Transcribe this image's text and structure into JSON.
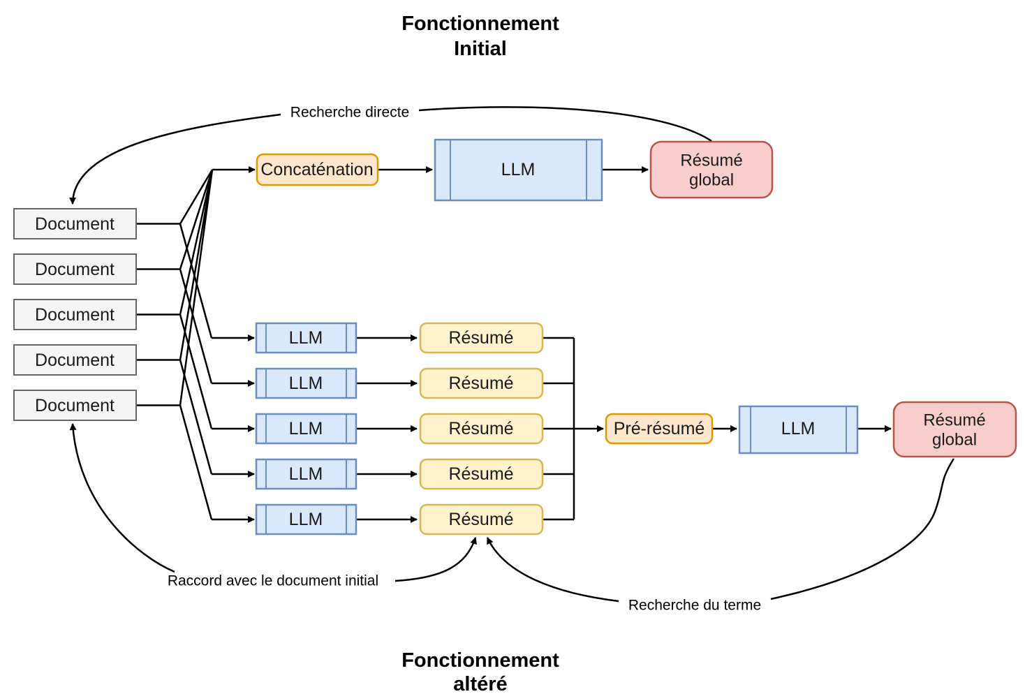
{
  "title_top": {
    "line1": "Fonctionnement",
    "line2": "Initial"
  },
  "title_bottom": {
    "line1": "Fonctionnement",
    "line2": "altéré"
  },
  "annotations": {
    "recherche_directe": "Recherche directe",
    "raccord": "Raccord avec le document initial",
    "recherche_terme": "Recherche du terme"
  },
  "documents": [
    "Document",
    "Document",
    "Document",
    "Document",
    "Document"
  ],
  "initial_flow": {
    "concatenation": "Concaténation",
    "llm": "LLM",
    "resume_global": {
      "line1": "Résumé",
      "line2": "global"
    }
  },
  "altered_flow": {
    "llm_rows": [
      "LLM",
      "LLM",
      "LLM",
      "LLM",
      "LLM"
    ],
    "resume_rows": [
      "Résumé",
      "Résumé",
      "Résumé",
      "Résumé",
      "Résumé"
    ],
    "pre_resume": "Pré-résumé",
    "llm": "LLM",
    "resume_global": {
      "line1": "Résumé",
      "line2": "global"
    }
  },
  "colors": {
    "document_fill": "#F5F5F5",
    "document_stroke": "#666666",
    "llm_fill": "#DAE8FC",
    "llm_stroke": "#6C8EBF",
    "orange_fill": "#FFE6CC",
    "orange_stroke": "#D79B00",
    "yellow_fill": "#FFF2CC",
    "yellow_stroke": "#D6B656",
    "red_fill": "#F8CECC",
    "red_stroke": "#B85450",
    "line": "#000000"
  }
}
